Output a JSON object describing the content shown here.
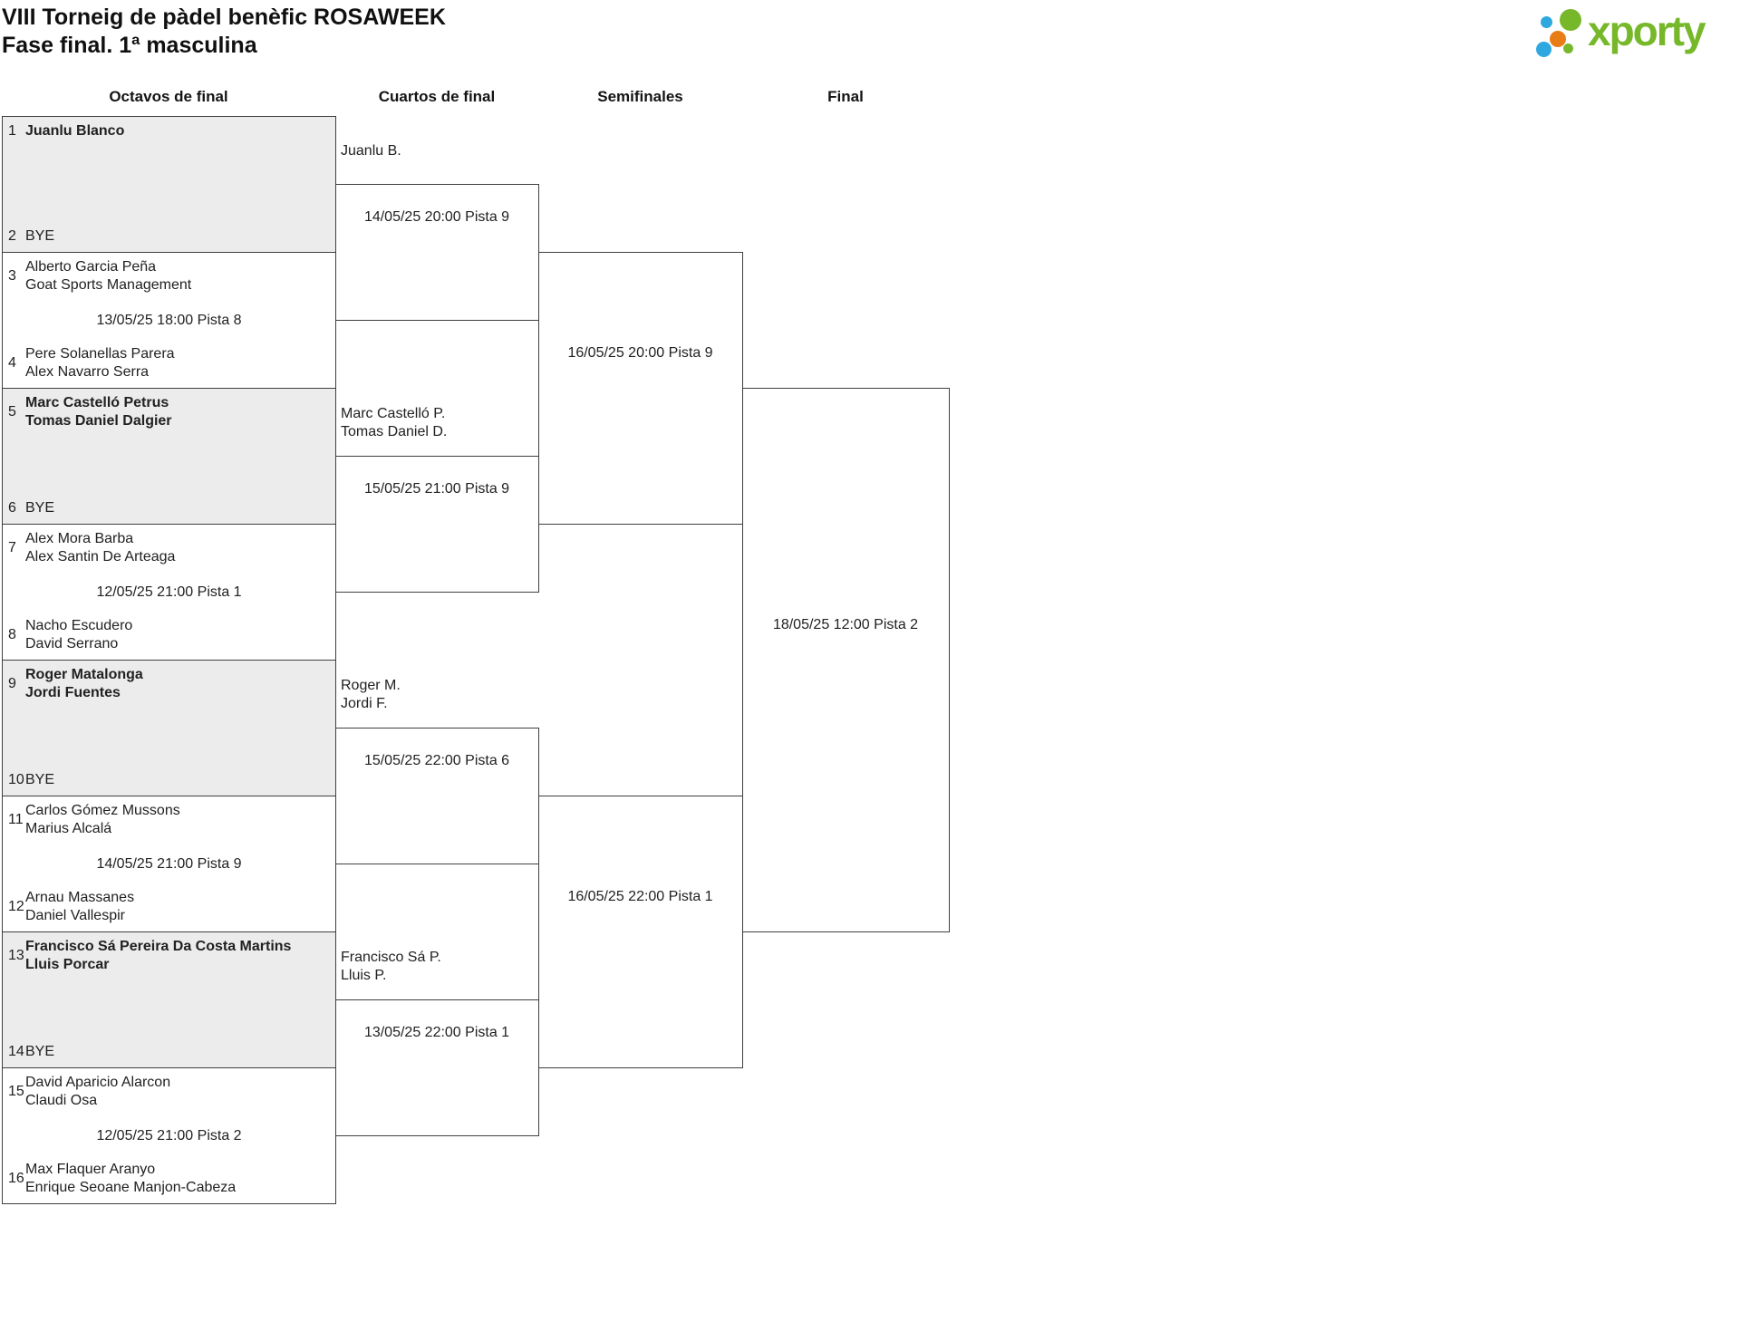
{
  "page": {
    "title_line1": "VIII Torneig de pàdel benèfic ROSAWEEK",
    "title_line2": "Fase final. 1ª masculina"
  },
  "logo": {
    "brand": "xporty",
    "colors": {
      "green": "#76b82a",
      "blue": "#2fa8e0",
      "orange": "#e87c16"
    }
  },
  "colors": {
    "border": "#3f3f3f",
    "bye_background": "#ececec",
    "text": "#212121"
  },
  "bracket": {
    "rounds": [
      {
        "label": "Octavos de final"
      },
      {
        "label": "Cuartos de final"
      },
      {
        "label": "Semifinales"
      },
      {
        "label": "Final"
      }
    ],
    "first_round": [
      {
        "seed_a": 1,
        "team_a": [
          "Juanlu Blanco"
        ],
        "seed_b": 2,
        "team_b": [
          "BYE"
        ],
        "date": null
      },
      {
        "seed_a": 3,
        "team_a": [
          "Alberto Garcia Peña",
          "Goat Sports Management"
        ],
        "seed_b": 4,
        "team_b": [
          "Pere Solanellas Parera",
          "Alex Navarro Serra"
        ],
        "date": "13/05/25 18:00 Pista 8"
      },
      {
        "seed_a": 5,
        "team_a": [
          "Marc Castelló Petrus",
          "Tomas Daniel Dalgier"
        ],
        "seed_b": 6,
        "team_b": [
          "BYE"
        ],
        "date": null
      },
      {
        "seed_a": 7,
        "team_a": [
          "Alex Mora Barba",
          "Alex Santin De Arteaga"
        ],
        "seed_b": 8,
        "team_b": [
          "Nacho Escudero",
          "David Serrano"
        ],
        "date": "12/05/25 21:00 Pista 1"
      },
      {
        "seed_a": 9,
        "team_a": [
          "Roger Matalonga",
          "Jordi Fuentes"
        ],
        "seed_b": 10,
        "team_b": [
          "BYE"
        ],
        "date": null
      },
      {
        "seed_a": 11,
        "team_a": [
          "Carlos Gómez Mussons",
          "Marius Alcalá"
        ],
        "seed_b": 12,
        "team_b": [
          "Arnau Massanes",
          "Daniel Vallespir"
        ],
        "date": "14/05/25 21:00 Pista 9"
      },
      {
        "seed_a": 13,
        "team_a": [
          "Francisco Sá Pereira Da Costa Martins",
          "Lluis Porcar"
        ],
        "seed_b": 14,
        "team_b": [
          "BYE"
        ],
        "date": null
      },
      {
        "seed_a": 15,
        "team_a": [
          "David Aparicio Alarcon",
          "Claudi Osa"
        ],
        "seed_b": 16,
        "team_b": [
          "Max Flaquer Aranyo",
          "Enrique Seoane Manjon-Cabeza"
        ],
        "date": "12/05/25 21:00 Pista 2"
      }
    ],
    "quarterfinals": [
      {
        "winner_label": [
          "Juanlu B."
        ],
        "date": "14/05/25 20:00 Pista 9"
      },
      {
        "winner_label": [
          "Marc Castelló P.",
          "Tomas Daniel D."
        ],
        "date": "15/05/25 21:00 Pista 9"
      },
      {
        "winner_label": [
          "Roger M.",
          "Jordi F."
        ],
        "date": "15/05/25 22:00 Pista 6"
      },
      {
        "winner_label": [
          "Francisco Sá P.",
          "Lluis P."
        ],
        "date": "13/05/25 22:00 Pista 1"
      }
    ],
    "semifinals": [
      {
        "date": "16/05/25 20:00 Pista 9"
      },
      {
        "date": "16/05/25 22:00 Pista 1"
      }
    ],
    "final": {
      "date": "18/05/25 12:00 Pista 2"
    }
  }
}
